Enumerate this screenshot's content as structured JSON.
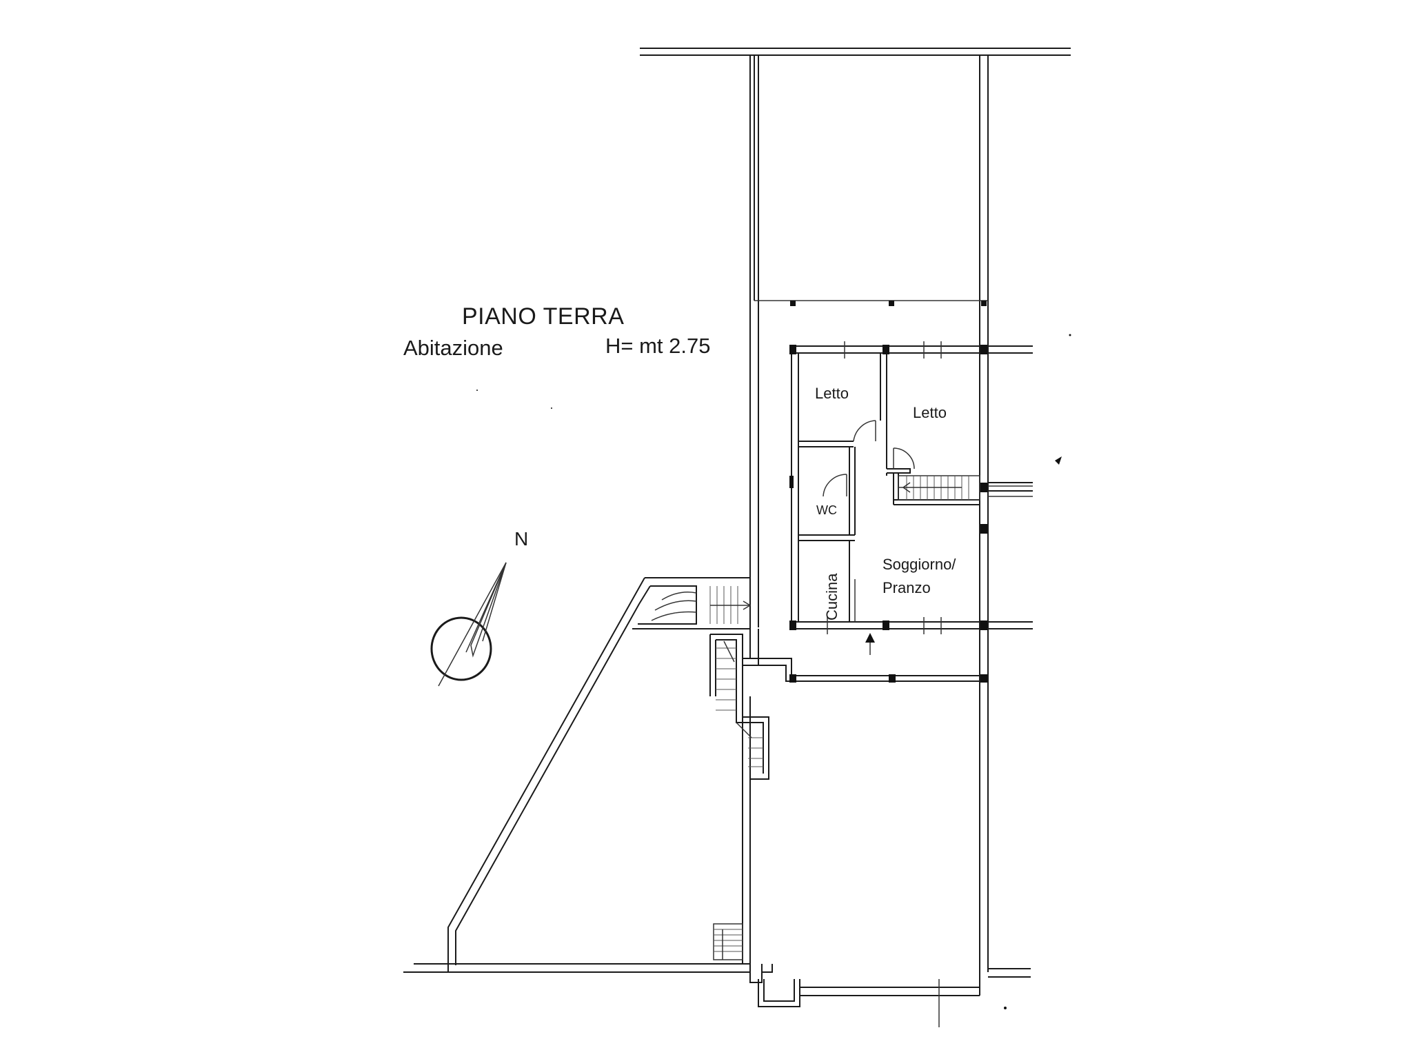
{
  "plan": {
    "title": "PIANO TERRA",
    "subtitle_left": "Abitazione",
    "subtitle_right": "H= mt 2.75",
    "compass_label": "N",
    "rooms": {
      "letto_small": "Letto",
      "letto_large": "Letto",
      "wc": "WC",
      "cucina": "Cucina",
      "soggiorno_line1": "Soggiorno/",
      "soggiorno_line2": "Pranzo"
    }
  }
}
